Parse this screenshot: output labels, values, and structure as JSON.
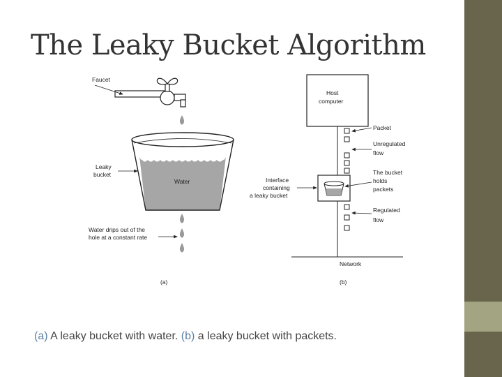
{
  "slide": {
    "title": "The Leaky Bucket Algorithm"
  },
  "figure": {
    "part_a": {
      "faucet_label": "Faucet",
      "leaky_bucket_label": [
        "Leaky",
        "bucket"
      ],
      "water_label": "Water",
      "drips_label": [
        "Water drips out of the",
        "hole at a constant rate"
      ],
      "part_label": "(a)"
    },
    "part_b": {
      "host_label": [
        "Host",
        "computer"
      ],
      "packet_label": "Packet",
      "unregulated_label": [
        "Unregulated",
        "flow"
      ],
      "bucket_holds_label": [
        "The bucket",
        "holds",
        "packets"
      ],
      "interface_label": [
        "Interface",
        "containing",
        "a leaky bucket"
      ],
      "regulated_label": [
        "Regulated",
        "flow"
      ],
      "network_label": "Network",
      "part_label": "(b)"
    }
  },
  "caption": {
    "tag_a": "(a)",
    "text_a": " A leaky bucket with water.  ",
    "tag_b": "(b)",
    "text_b": " a leaky bucket with packets."
  },
  "colors": {
    "side_bar": "#68654c",
    "side_accent": "#a3a582",
    "water": "#a6a6a6",
    "caption_tag": "#5b7fa4"
  }
}
